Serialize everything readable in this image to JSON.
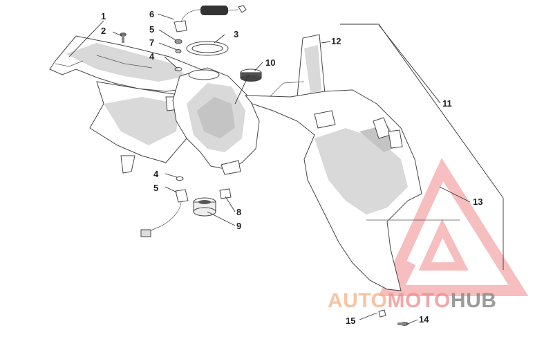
{
  "callouts": [
    {
      "id": "1",
      "label": "1"
    },
    {
      "id": "2",
      "label": "2"
    },
    {
      "id": "3",
      "label": "3"
    },
    {
      "id": "4a",
      "label": "4"
    },
    {
      "id": "4b",
      "label": "4"
    },
    {
      "id": "5a",
      "label": "5"
    },
    {
      "id": "5b",
      "label": "5"
    },
    {
      "id": "6",
      "label": "6"
    },
    {
      "id": "7",
      "label": "7"
    },
    {
      "id": "8",
      "label": "8"
    },
    {
      "id": "9",
      "label": "9"
    },
    {
      "id": "10",
      "label": "10"
    },
    {
      "id": "11",
      "label": "11"
    },
    {
      "id": "12",
      "label": "12"
    },
    {
      "id": "13",
      "label": "13"
    },
    {
      "id": "14",
      "label": "14"
    },
    {
      "id": "15",
      "label": "15"
    }
  ],
  "watermark": {
    "part1": "AUTO",
    "part2": "MOTO",
    "part3": "HUB",
    "color_orange": "#f4b183",
    "color_red": "#f08a8a",
    "color_gray": "#8a8a8a"
  }
}
